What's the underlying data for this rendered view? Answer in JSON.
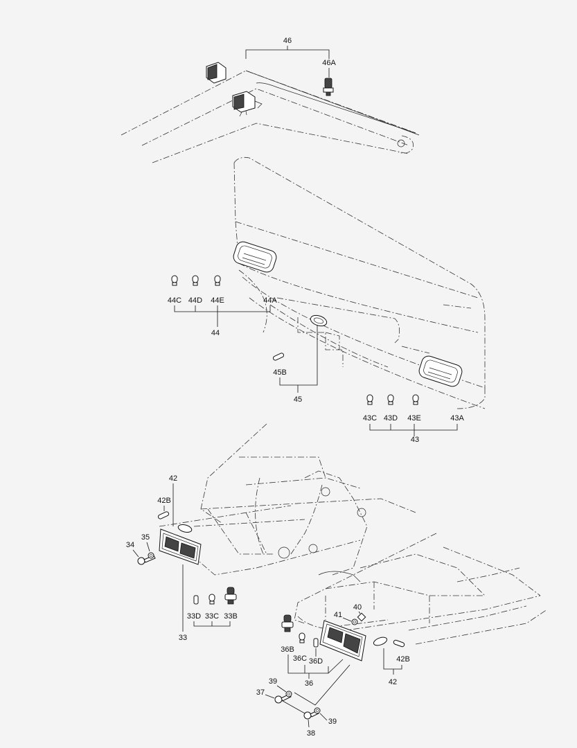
{
  "labels": {
    "l46": "46",
    "l46A": "46A",
    "l44C": "44C",
    "l44D": "44D",
    "l44E": "44E",
    "l44A": "44A",
    "l44": "44",
    "l45B": "45B",
    "l45": "45",
    "l43C": "43C",
    "l43D": "43D",
    "l43E": "43E",
    "l43A": "43A",
    "l43": "43",
    "l42top": "42",
    "l42Btop": "42B",
    "l34": "34",
    "l35": "35",
    "l33D": "33D",
    "l33C": "33C",
    "l33B": "33B",
    "l33": "33",
    "l40": "40",
    "l41": "41",
    "l36B": "36B",
    "l36C": "36C",
    "l36D": "36D",
    "l36": "36",
    "l42Bbot": "42B",
    "l42bot": "42",
    "l37": "37",
    "l39a": "39",
    "l39b": "39",
    "l38": "38"
  }
}
